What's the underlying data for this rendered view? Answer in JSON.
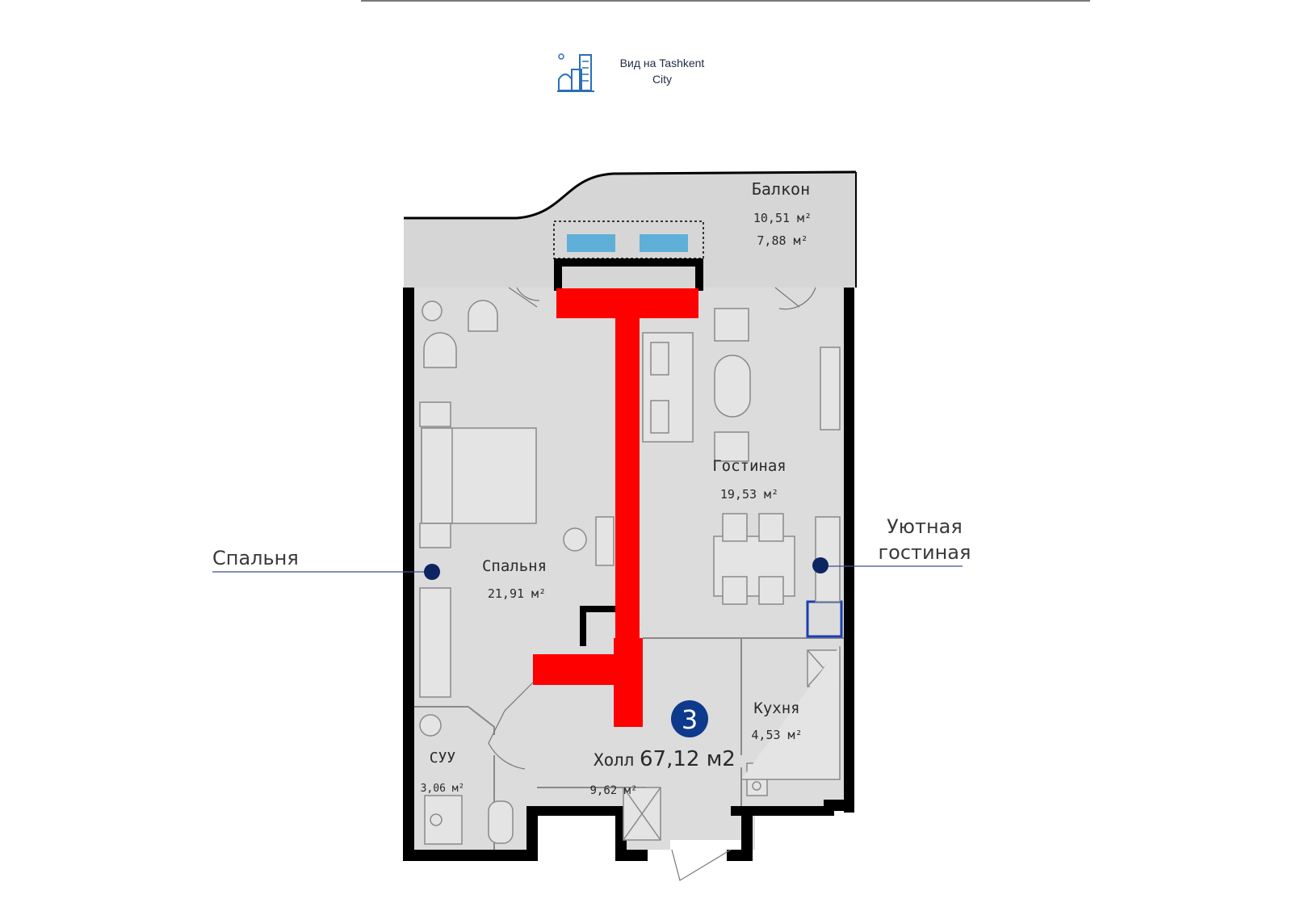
{
  "header": {
    "view_line1": "Вид на Tashkent",
    "view_line2": "City",
    "view_icon": "city-skyline-icon"
  },
  "rooms": {
    "balcony": {
      "name": "Балкон",
      "area_total": "10,51 м²",
      "area_reduced": "7,88 м²"
    },
    "living": {
      "name": "Гостиная",
      "area": "19,53 м²"
    },
    "bedroom": {
      "name": "Спальня",
      "area": "21,91 м²"
    },
    "kitchen": {
      "name": "Кухня",
      "area": "4,53 м²"
    },
    "bathroom": {
      "name": "СУУ",
      "area": "3,06 м²"
    },
    "hall": {
      "name": "Холл",
      "area": "9,62 м²"
    }
  },
  "apartment": {
    "number": "3",
    "total_area": "67,12 м2"
  },
  "callouts": {
    "bedroom": "Спальня",
    "living_line1": "Уютная",
    "living_line2": "гостиная"
  },
  "colors": {
    "wall": "#000000",
    "floor": "#dcdcdc",
    "balcony": "#d6d6d6",
    "demolished_wall": "#ff0000",
    "marker": "#0d2560",
    "badge": "#0d3a8c",
    "window": "#4aa8d8"
  }
}
